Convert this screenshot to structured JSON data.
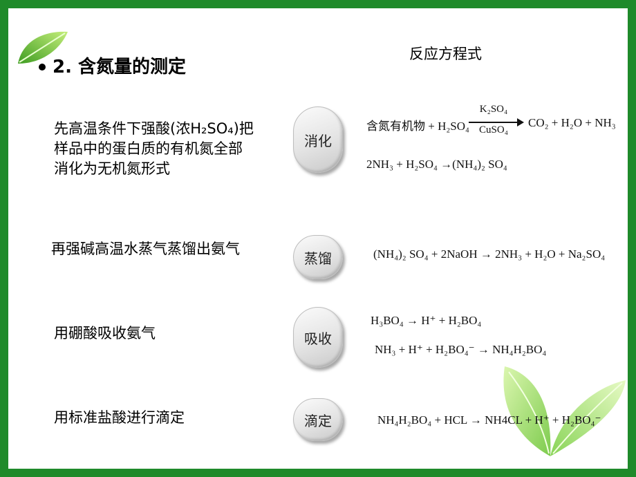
{
  "slide": {
    "section_number": "2.",
    "section_title": "含氮量的测定",
    "equations_header": "反应方程式"
  },
  "steps": [
    {
      "description_lines": [
        "先高温条件下强酸(浓H₂SO₄)把",
        "样品中的蛋白质的有机氮全部",
        "消化为无机氮形式"
      ],
      "label": "消化"
    },
    {
      "description_lines": [
        "再强碱高温水蒸气蒸馏出氨气"
      ],
      "label": "蒸馏"
    },
    {
      "description_lines": [
        "用硼酸吸收氨气"
      ],
      "label": "吸收"
    },
    {
      "description_lines": [
        "用标准盐酸进行滴定"
      ],
      "label": "滴定"
    }
  ],
  "equations": {
    "digestion_1_left": "含氮有机物 + H₂SO₄",
    "digestion_1_catalyst_top": "K₂SO₄",
    "digestion_1_catalyst_bottom": "CuSO₄",
    "digestion_1_right": "CO₂ + H₂O + NH₃",
    "digestion_2": "2NH₃ + H₂SO₄ →(NH₄)₂ SO₄",
    "distillation": "(NH₄)₂ SO₄ + 2NaOH → 2NH₃ + H₂O + Na₂SO₄",
    "absorption_1": "H₃BO₄ → H⁺ + H₂BO₄",
    "absorption_2": "NH₃ + H⁺ + H₂BO₄⁻ → NH₄H₂BO₄",
    "titration": "NH₄H₂BO₄ + HCL → NH4CL + H⁺ + H₂BO₄⁻"
  },
  "colors": {
    "border": "#1f8a2a",
    "leaf_light": "#b9e86b",
    "leaf_dark": "#4fae2a"
  }
}
